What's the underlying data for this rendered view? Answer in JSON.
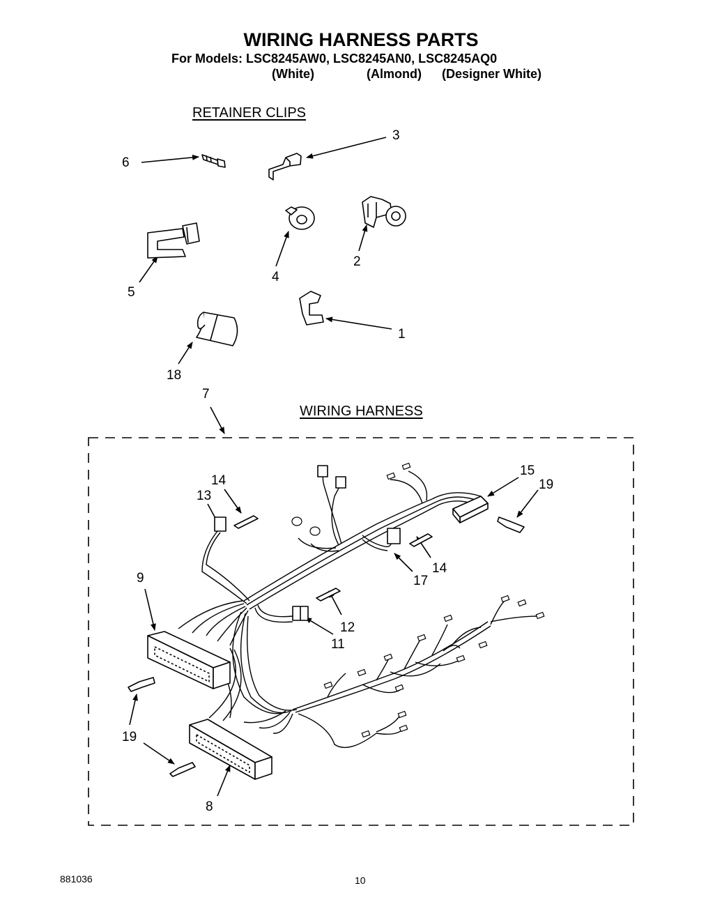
{
  "header": {
    "title": "WIRING HARNESS PARTS",
    "models_line": "For Models: LSC8245AW0, LSC8245AN0, LSC8245AQ0",
    "finish_white": "(White)",
    "finish_almond": "(Almond)",
    "finish_designer": "(Designer White)"
  },
  "sections": {
    "retainer_clips": "RETAINER CLIPS",
    "wiring_harness": "WIRING HARNESS"
  },
  "callouts": {
    "c1": "1",
    "c2": "2",
    "c3": "3",
    "c4": "4",
    "c5": "5",
    "c6": "6",
    "c7": "7",
    "c8": "8",
    "c9": "9",
    "c11": "11",
    "c12": "12",
    "c13": "13",
    "c14a": "14",
    "c14b": "14",
    "c15": "15",
    "c17": "17",
    "c18": "18",
    "c19a": "19",
    "c19b": "19"
  },
  "footer": {
    "doc_number": "881036",
    "page_number": "10"
  }
}
